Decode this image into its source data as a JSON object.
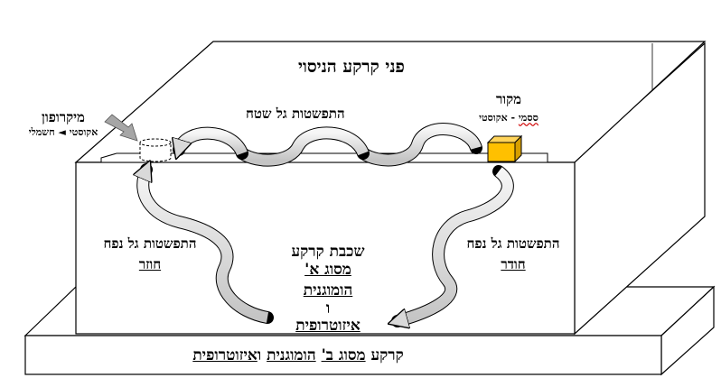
{
  "title": "פני קרקע הניסוי",
  "surface_wave": "התפשטות גל שטח",
  "microphone": {
    "label": "מיקרופון",
    "sub": "אקוסטי ◄ חשמלי"
  },
  "source": {
    "label": "מקור",
    "sub_a": "ססמי",
    "sub_b": " - אקוסטי"
  },
  "reflected_left": {
    "line1": "התפשטות גל נפח",
    "line2": "חוזר"
  },
  "reflected_right": {
    "line1": "התפשטות גל נפח",
    "line2": "חודר"
  },
  "layer_a": {
    "w1": "שכבת קרקע ",
    "w2": "מסוג א'",
    "w3": "הומוגנית",
    "w4": " ו",
    "w5": "איזוטרופית"
  },
  "layer_b": {
    "w1": "קרקע ",
    "w2": "מסוג ב'",
    "w3": " ",
    "w4": "הומוגנית",
    "w5": " ו",
    "w6": "איזוטרופית"
  },
  "colors": {
    "source_box": "#ffc000",
    "arrow_fill": "#e6e6e6",
    "mic_arrow": "#a6a6a6"
  }
}
